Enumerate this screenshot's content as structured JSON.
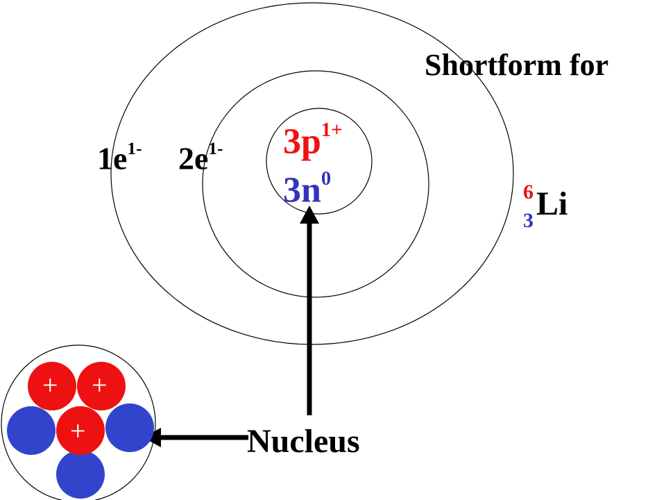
{
  "title": "Shortform for",
  "shells": {
    "outer_electrons": {
      "count": "1e",
      "charge": "1-"
    },
    "inner_electrons": {
      "count": "2e",
      "charge": "1-"
    }
  },
  "nucleus_composition": {
    "protons": {
      "count": "3p",
      "charge": "1+"
    },
    "neutrons": {
      "count": "3n",
      "charge": "0"
    }
  },
  "isotope": {
    "mass_number": "6",
    "atomic_number": "3",
    "symbol": "Li"
  },
  "nucleus_label": "Nucleus",
  "proton_sign": "+",
  "colors": {
    "proton": "#ee1111",
    "neutron": "#3344cc",
    "arrow": "#000000",
    "shell": "#000000"
  }
}
